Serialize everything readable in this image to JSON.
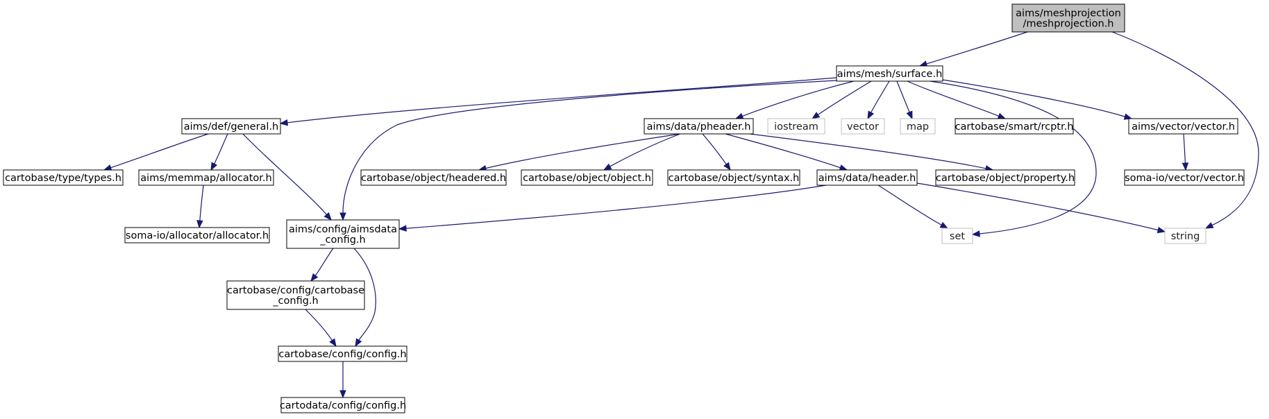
{
  "diagram": {
    "colors": {
      "edge": "#191970",
      "root_fill": "#bfbfbf",
      "node_fill": "#ffffff",
      "node_stroke": "#000000",
      "external_stroke": "#bfbfbf"
    },
    "nodes": [
      {
        "id": "root",
        "lines": [
          "aims/meshprojection",
          "/meshprojection.h"
        ],
        "kind": "root"
      },
      {
        "id": "surface",
        "lines": [
          "aims/mesh/surface.h"
        ],
        "kind": "header"
      },
      {
        "id": "general",
        "lines": [
          "aims/def/general.h"
        ],
        "kind": "header"
      },
      {
        "id": "aimsdata_config",
        "lines": [
          "aims/config/aimsdata",
          "_config.h"
        ],
        "kind": "header"
      },
      {
        "id": "pheader",
        "lines": [
          "aims/data/pheader.h"
        ],
        "kind": "header"
      },
      {
        "id": "iostream",
        "lines": [
          "iostream"
        ],
        "kind": "external"
      },
      {
        "id": "vector",
        "lines": [
          "vector"
        ],
        "kind": "external"
      },
      {
        "id": "map",
        "lines": [
          "map"
        ],
        "kind": "external"
      },
      {
        "id": "rcptr",
        "lines": [
          "cartobase/smart/rcptr.h"
        ],
        "kind": "header"
      },
      {
        "id": "set",
        "lines": [
          "set"
        ],
        "kind": "external"
      },
      {
        "id": "vector_h",
        "lines": [
          "aims/vector/vector.h"
        ],
        "kind": "header"
      },
      {
        "id": "string",
        "lines": [
          "string"
        ],
        "kind": "external"
      },
      {
        "id": "types",
        "lines": [
          "cartobase/type/types.h"
        ],
        "kind": "header"
      },
      {
        "id": "allocator",
        "lines": [
          "aims/memmap/allocator.h"
        ],
        "kind": "header"
      },
      {
        "id": "soma_allocator",
        "lines": [
          "soma-io/allocator/allocator.h"
        ],
        "kind": "header"
      },
      {
        "id": "cartobase_config",
        "lines": [
          "cartobase/config/cartobase",
          "_config.h"
        ],
        "kind": "header"
      },
      {
        "id": "config",
        "lines": [
          "cartobase/config/config.h"
        ],
        "kind": "header"
      },
      {
        "id": "cartodata_config",
        "lines": [
          "cartodata/config/config.h"
        ],
        "kind": "header"
      },
      {
        "id": "headered",
        "lines": [
          "cartobase/object/headered.h"
        ],
        "kind": "header"
      },
      {
        "id": "object",
        "lines": [
          "cartobase/object/object.h"
        ],
        "kind": "header"
      },
      {
        "id": "syntax",
        "lines": [
          "cartobase/object/syntax.h"
        ],
        "kind": "header"
      },
      {
        "id": "header",
        "lines": [
          "aims/data/header.h"
        ],
        "kind": "header"
      },
      {
        "id": "property",
        "lines": [
          "cartobase/object/property.h"
        ],
        "kind": "header"
      },
      {
        "id": "soma_vector",
        "lines": [
          "soma-io/vector/vector.h"
        ],
        "kind": "header"
      }
    ],
    "edges": [
      {
        "from": "root",
        "to": "surface"
      },
      {
        "from": "root",
        "to": "string"
      },
      {
        "from": "surface",
        "to": "general"
      },
      {
        "from": "surface",
        "to": "aimsdata_config"
      },
      {
        "from": "surface",
        "to": "pheader"
      },
      {
        "from": "surface",
        "to": "iostream"
      },
      {
        "from": "surface",
        "to": "vector"
      },
      {
        "from": "surface",
        "to": "map"
      },
      {
        "from": "surface",
        "to": "rcptr"
      },
      {
        "from": "surface",
        "to": "set"
      },
      {
        "from": "surface",
        "to": "vector_h"
      },
      {
        "from": "general",
        "to": "types"
      },
      {
        "from": "general",
        "to": "allocator"
      },
      {
        "from": "general",
        "to": "aimsdata_config"
      },
      {
        "from": "allocator",
        "to": "soma_allocator"
      },
      {
        "from": "aimsdata_config",
        "to": "cartobase_config"
      },
      {
        "from": "aimsdata_config",
        "to": "config"
      },
      {
        "from": "cartobase_config",
        "to": "config"
      },
      {
        "from": "config",
        "to": "cartodata_config"
      },
      {
        "from": "pheader",
        "to": "headered"
      },
      {
        "from": "pheader",
        "to": "object"
      },
      {
        "from": "pheader",
        "to": "syntax"
      },
      {
        "from": "pheader",
        "to": "header"
      },
      {
        "from": "pheader",
        "to": "property"
      },
      {
        "from": "header",
        "to": "aimsdata_config"
      },
      {
        "from": "header",
        "to": "set"
      },
      {
        "from": "header",
        "to": "string"
      },
      {
        "from": "vector_h",
        "to": "soma_vector"
      }
    ]
  }
}
